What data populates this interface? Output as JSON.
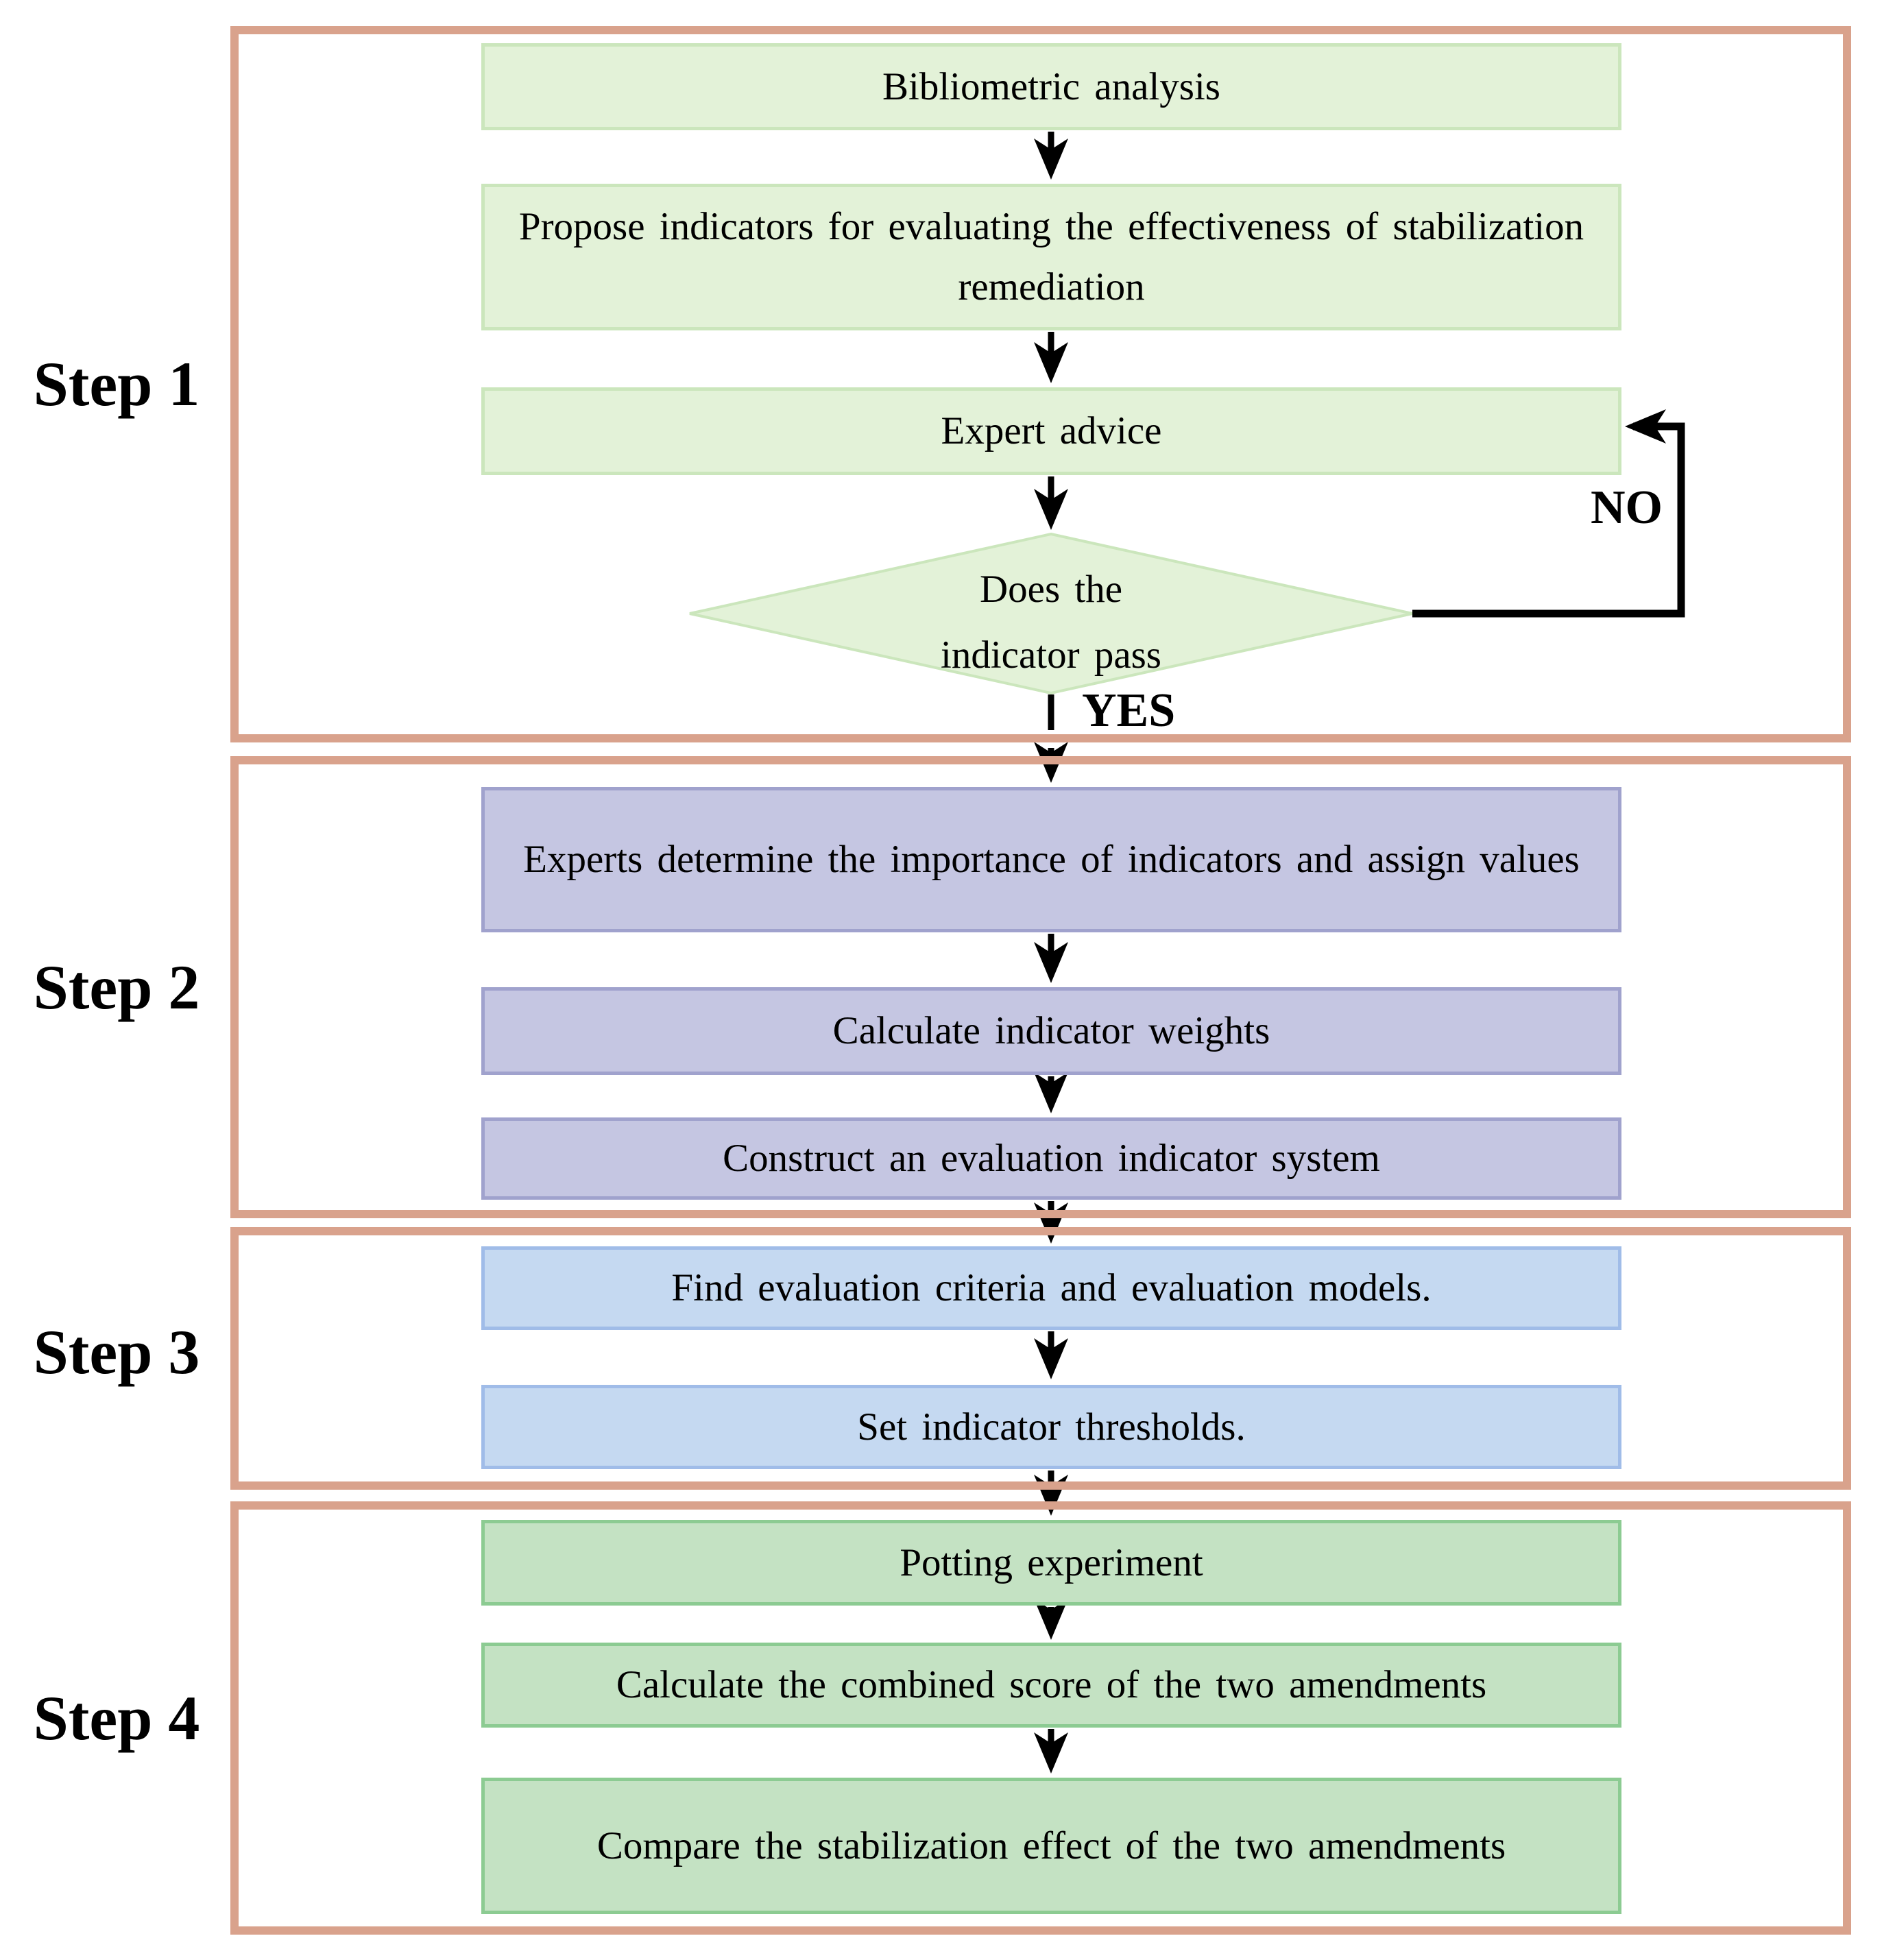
{
  "flow": {
    "step1": {
      "label": "Step 1",
      "box1": "Bibliometric analysis",
      "box2": "Propose indicators for evaluating the effectiveness of stabilization remediation",
      "box3": "Expert advice",
      "decision_line1": "Does the",
      "decision_line2": "indicator pass",
      "yes_label": "YES",
      "no_label": "NO"
    },
    "step2": {
      "label": "Step 2",
      "box1": "Experts determine the importance of indicators and assign values",
      "box2": "Calculate indicator weights",
      "box3": "Construct an evaluation indicator system"
    },
    "step3": {
      "label": "Step 3",
      "box1": "Find evaluation criteria and evaluation models.",
      "box2": "Set indicator thresholds."
    },
    "step4": {
      "label": "Step 4",
      "box1": "Potting experiment",
      "box2": "Calculate the combined score of the two amendments",
      "box3": "Compare the stabilization effect of the two amendments"
    }
  },
  "colors": {
    "orange": "#d9a28c",
    "green1-fill": "#e3f2d8",
    "green1-border": "#cbe6bc",
    "purple-fill": "#c5c6e2",
    "purple-border": "#a0a2cd",
    "blue-fill": "#c5d9f1",
    "blue-border": "#a0bce8",
    "green2-fill": "#c4e2c3",
    "green2-border": "#8ccb92",
    "line": "#000000"
  }
}
